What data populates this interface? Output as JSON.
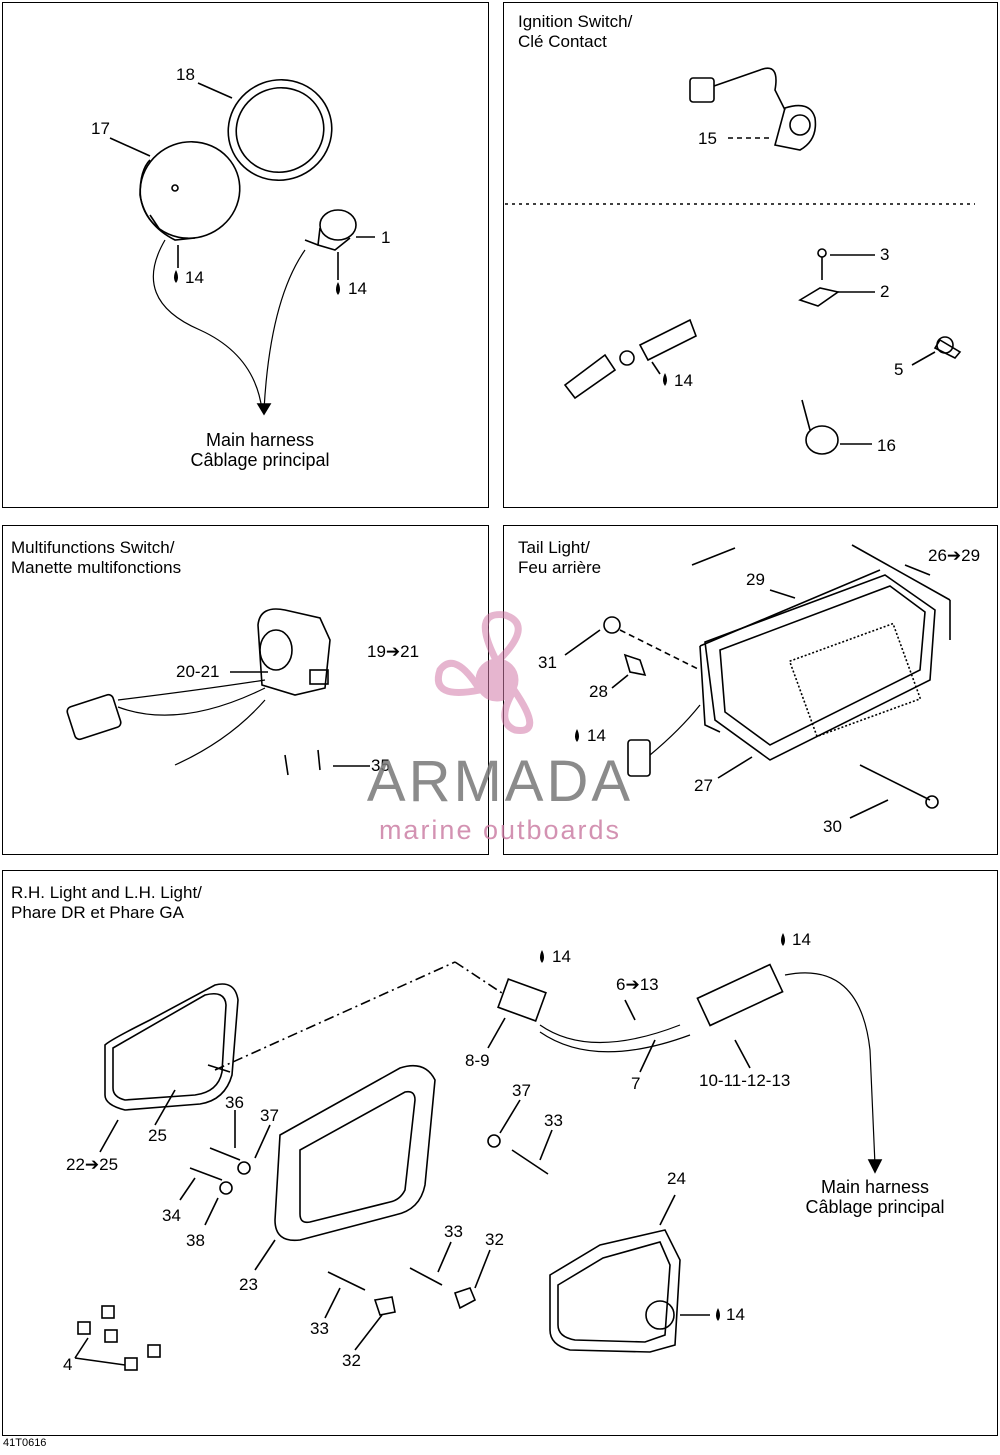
{
  "panels": {
    "headlight": {
      "harness_line1": "Main harness",
      "harness_line2": "Câblage principal"
    },
    "ignition": {
      "title_line1": "Ignition Switch/",
      "title_line2": "Clé Contact"
    },
    "multifunction": {
      "title_line1": "Multifunctions Switch/",
      "title_line2": "Manette multifonctions"
    },
    "taillight": {
      "title_line1": "Tail Light/",
      "title_line2": "Feu arrière"
    },
    "rh_lh": {
      "title_line1": "R.H. Light and L.H. Light/",
      "title_line2": "Phare DR et Phare GA",
      "harness_line1": "Main harness",
      "harness_line2": "Câblage principal"
    }
  },
  "callouts": {
    "p17": "17",
    "p18": "18",
    "p1": "1",
    "p14a": "14",
    "p14b": "14",
    "p15": "15",
    "p3": "3",
    "p2": "2",
    "p5": "5",
    "p16": "16",
    "p14c": "14",
    "p20_21": "20-21",
    "p19_21": "19➔21",
    "p35": "35",
    "p29": "29",
    "p26_29": "26➔29",
    "p31": "31",
    "p28": "28",
    "p14d": "14",
    "p27": "27",
    "p30": "30",
    "p14e": "14",
    "p14f": "14",
    "p6_13": "6➔13",
    "p8_9": "8-9",
    "p7": "7",
    "p10_13": "10-11-12-13",
    "p25": "25",
    "p22_25": "22➔25",
    "p36": "36",
    "p37a": "37",
    "p37b": "37",
    "p33a": "33",
    "p34": "34",
    "p38": "38",
    "p23": "23",
    "p33b": "33",
    "p32a": "32",
    "p33c": "33",
    "p32b": "32",
    "p24": "24",
    "p14g": "14",
    "p4": "4"
  },
  "watermark": {
    "title": "ARMADA",
    "subtitle": "marine outboards",
    "colors": {
      "gray": "#777777",
      "pink": "#d27aa8"
    }
  },
  "figure_code": "41T0616"
}
